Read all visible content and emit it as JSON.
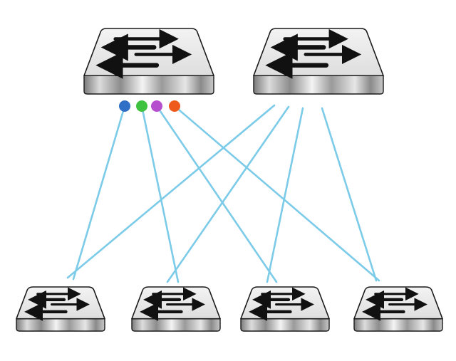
{
  "colors": {
    "background": "#ffffff",
    "link": "#7ccbe8",
    "switch_top": "#e9e9e9",
    "switch_outline": "#1a1a1a",
    "arrow": "#111111",
    "dot_blue": "#2f6fc6",
    "dot_green": "#3fc23f",
    "dot_purple": "#b64fce",
    "dot_orange": "#ee5a1b"
  },
  "diagram": {
    "type": "network-topology",
    "spine_switches": [
      {
        "id": "spine-1",
        "icon": "network-switch-icon"
      },
      {
        "id": "spine-2",
        "icon": "network-switch-icon"
      }
    ],
    "leaf_switches": [
      {
        "id": "leaf-1",
        "icon": "network-switch-icon"
      },
      {
        "id": "leaf-2",
        "icon": "network-switch-icon"
      },
      {
        "id": "leaf-3",
        "icon": "network-switch-icon"
      },
      {
        "id": "leaf-4",
        "icon": "network-switch-icon"
      }
    ],
    "port_indicators": [
      {
        "id": "port-blue",
        "color": "#2f6fc6"
      },
      {
        "id": "port-green",
        "color": "#3fc23f"
      },
      {
        "id": "port-purple",
        "color": "#b64fce"
      },
      {
        "id": "port-orange",
        "color": "#ee5a1b"
      }
    ],
    "links": [
      {
        "from": "port-blue",
        "to": "leaf-1"
      },
      {
        "from": "port-green",
        "to": "leaf-2"
      },
      {
        "from": "port-purple",
        "to": "leaf-3"
      },
      {
        "from": "port-orange",
        "to": "leaf-4"
      },
      {
        "from": "spine-2",
        "to": "leaf-1"
      },
      {
        "from": "spine-2",
        "to": "leaf-2"
      },
      {
        "from": "spine-2",
        "to": "leaf-3"
      },
      {
        "from": "spine-2",
        "to": "leaf-4"
      }
    ]
  }
}
